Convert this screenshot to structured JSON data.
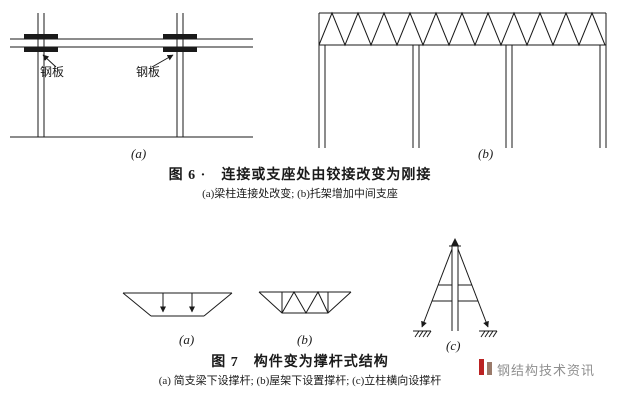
{
  "figure6": {
    "diagram_a": {
      "plate_label_1": "钢板",
      "plate_label_2": "钢板",
      "sublabel": "(a)"
    },
    "diagram_b": {
      "sublabel": "(b)"
    },
    "caption": "图 6 ·　连接或支座处由铰接改变为刚接",
    "subcaption": "(a)梁柱连接处改变; (b)托架增加中间支座"
  },
  "figure7": {
    "diagram_a": {
      "sublabel": "(a)"
    },
    "diagram_b": {
      "sublabel": "(b)"
    },
    "diagram_c": {
      "sublabel": "(c)"
    },
    "caption": "图 7　构件变为撑杆式结构",
    "subcaption": "(a) 简支梁下设撑杆; (b)屋架下设置撑杆; (c)立柱横向设撑杆"
  },
  "watermark": {
    "text": "钢结构技术资讯",
    "accent_color_1": "#bb2222",
    "accent_color_2": "#9a7a6a",
    "text_color": "#8f8f8f"
  },
  "line_color": "#1a1a1a"
}
